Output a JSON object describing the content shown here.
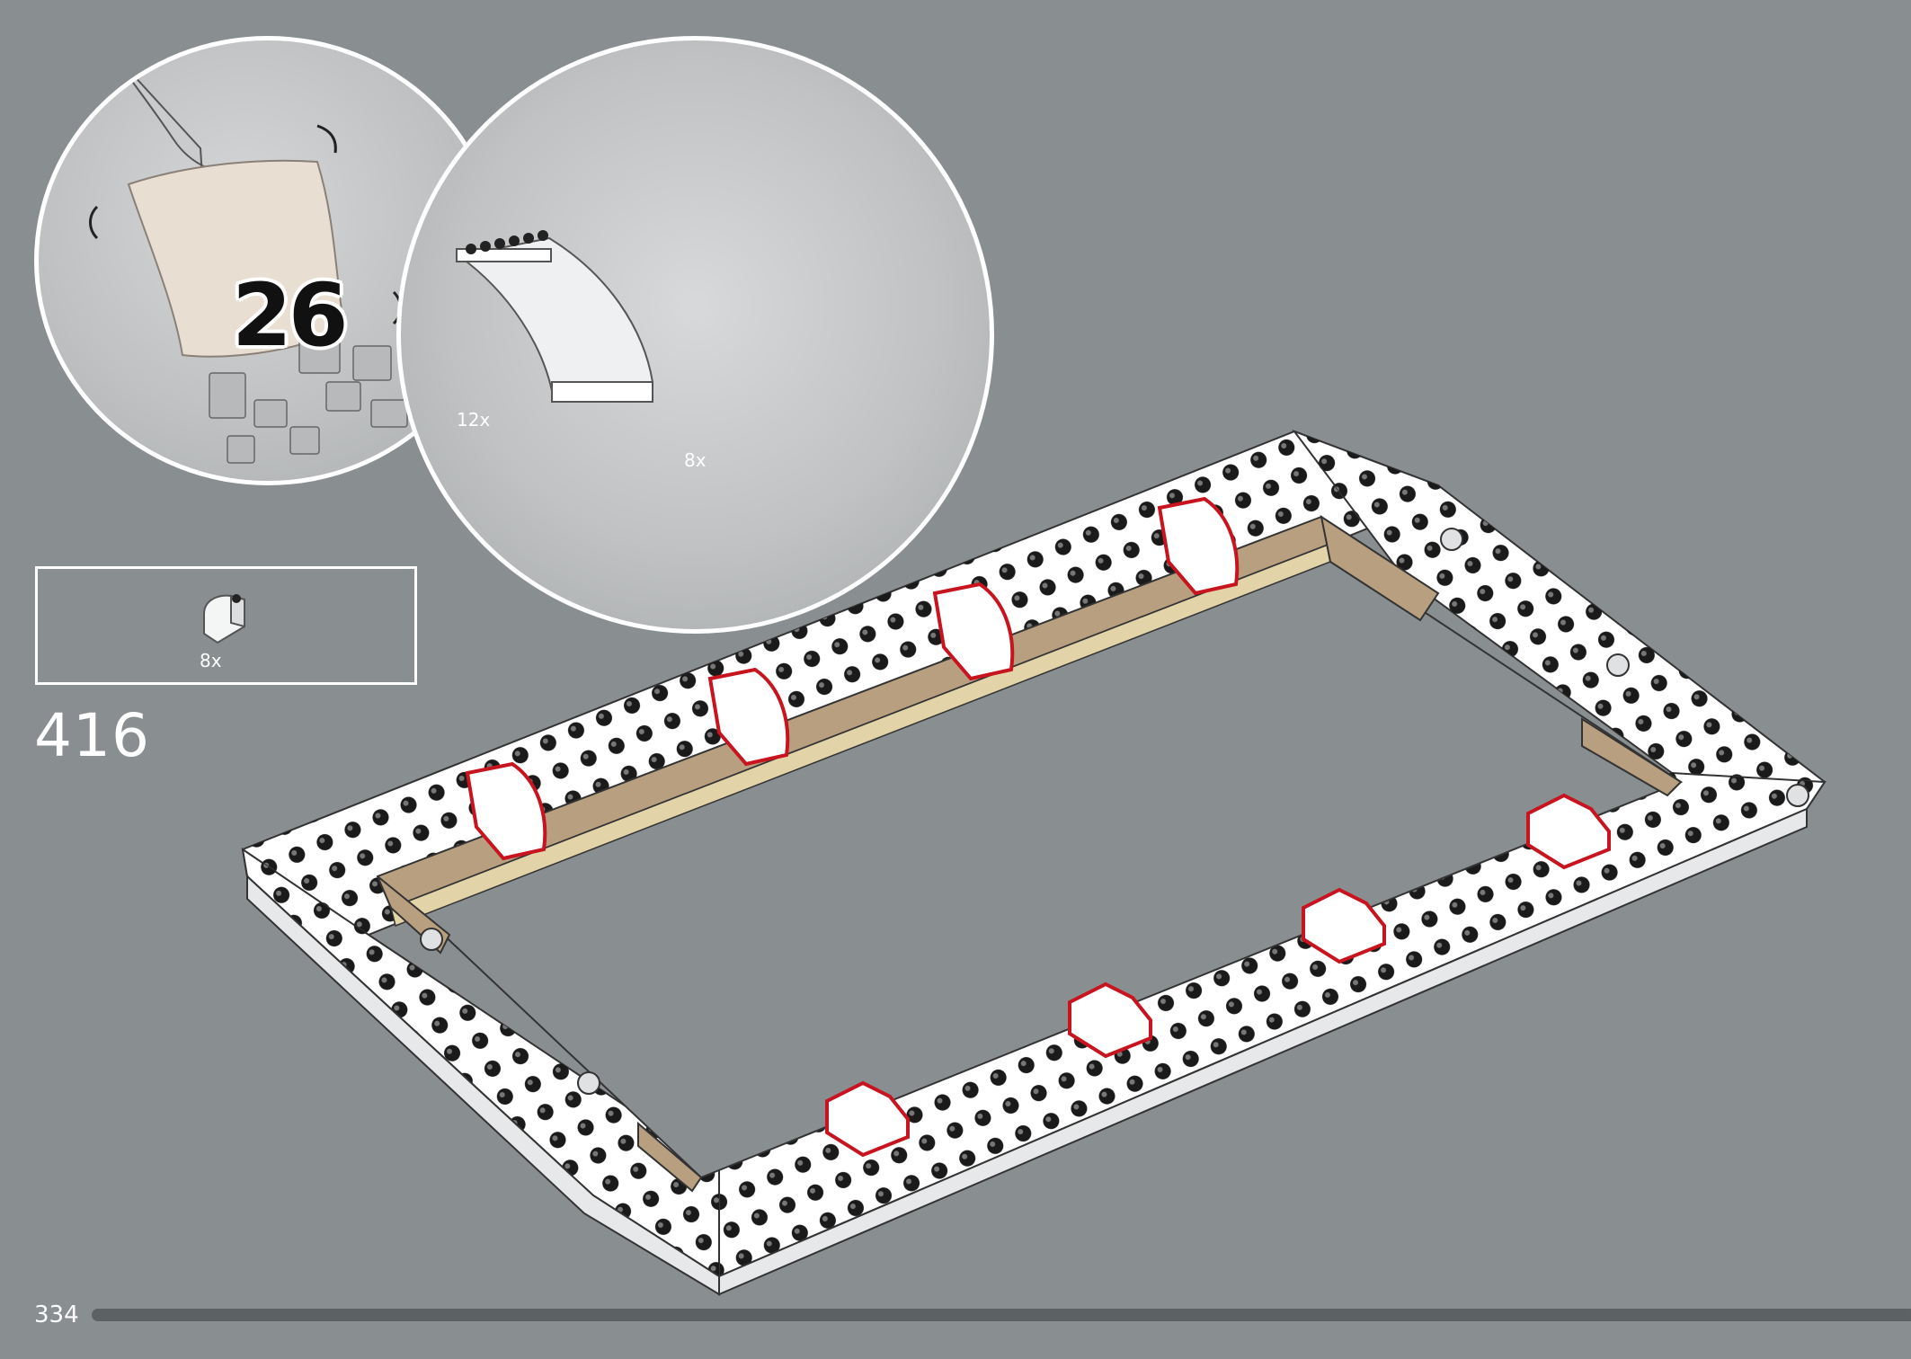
{
  "bag": {
    "number": "26"
  },
  "parts_callout": {
    "items": [
      {
        "icon": "curved-panel-icon",
        "quantity": "12x"
      },
      {
        "icon": "dome-corner-icon",
        "quantity": "8x"
      }
    ]
  },
  "step_parts": {
    "items": [
      {
        "icon": "curved-slope-brick-icon",
        "quantity": "8x"
      }
    ]
  },
  "step": {
    "number": "416"
  },
  "page": {
    "number": "334"
  },
  "colors": {
    "background": "#898e91",
    "highlight": "#c8141e",
    "tan": "#b89f80",
    "white_brick": "#ffffff"
  }
}
